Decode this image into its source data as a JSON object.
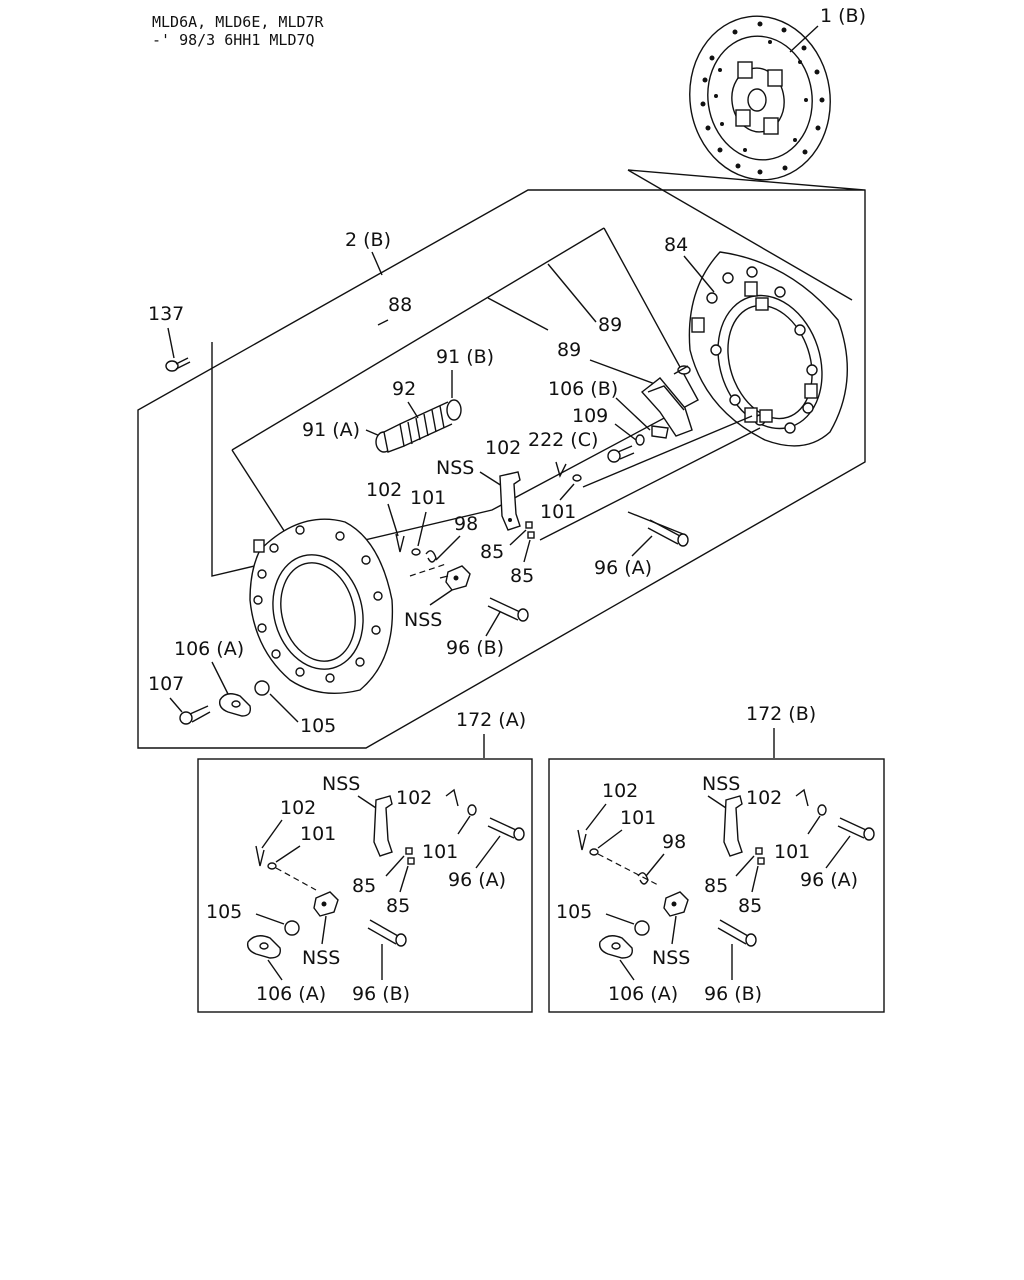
{
  "header": {
    "line1": "MLD6A, MLD6E, MLD7R",
    "line2": "-' 98/3  6HH1  MLD7Q"
  },
  "labels": {
    "disc": "1 (B)",
    "cover": "2 (B)",
    "plate": "84",
    "l88": "88",
    "l89a": "89",
    "l89b": "89",
    "l137": "137",
    "l91b": "91 (B)",
    "l92": "92",
    "l91a": "91 (A)",
    "l106b": "106 (B)",
    "l109": "109",
    "l222c": "222 (C)",
    "l102a": "102",
    "nss_top": "NSS",
    "l102b": "102",
    "l101a": "101",
    "l98": "98",
    "l101b": "101",
    "l85a": "85",
    "l85b": "85",
    "l96a": "96 (A)",
    "nss_mid": "NSS",
    "l96b": "96 (B)",
    "l106a": "106 (A)",
    "l107": "107",
    "l105": "105"
  },
  "kit_a": {
    "title": "172 (A)",
    "nss1": "NSS",
    "l102a": "102",
    "l102b": "102",
    "l101a": "101",
    "l101b": "101",
    "l85a": "85",
    "l85b": "85",
    "l96a": "96 (A)",
    "l105": "105",
    "nss2": "NSS",
    "l106a": "106 (A)",
    "l96b": "96 (B)"
  },
  "kit_b": {
    "title": "172 (B)",
    "l102a": "102",
    "nss1": "NSS",
    "l102b": "102",
    "l101a": "101",
    "l98": "98",
    "l101b": "101",
    "l85a": "85",
    "l85b": "85",
    "l96a": "96 (A)",
    "l105": "105",
    "nss2": "NSS",
    "l106a": "106 (A)",
    "l96b": "96 (B)"
  }
}
